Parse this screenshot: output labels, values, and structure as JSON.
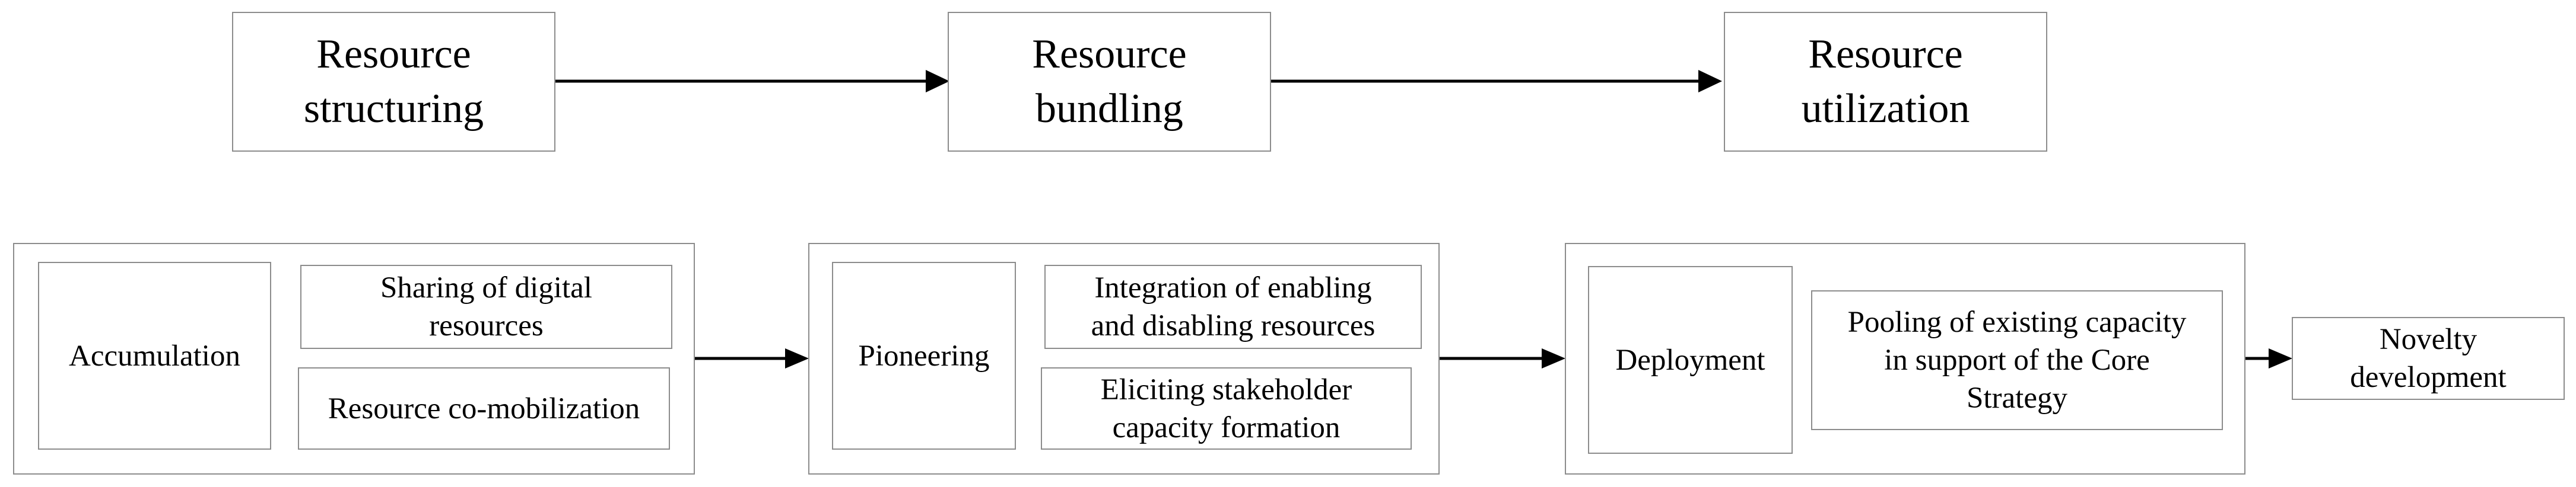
{
  "top_stages": [
    {
      "label": "Resource\nstructuring"
    },
    {
      "label": "Resource\nbundling"
    },
    {
      "label": "Resource\nutilization"
    }
  ],
  "groups": [
    {
      "main": "Accumulation",
      "items": [
        "Sharing of digital\nresources",
        "Resource co-mobilization"
      ]
    },
    {
      "main": "Pioneering",
      "items": [
        "Integration of enabling\nand disabling resources",
        "Eliciting stakeholder\ncapacity formation"
      ]
    },
    {
      "main": "Deployment",
      "items": [
        "Pooling of existing capacity\nin support of the Core\nStrategy"
      ]
    }
  ],
  "outcome": {
    "label": "Novelty\ndevelopment"
  }
}
